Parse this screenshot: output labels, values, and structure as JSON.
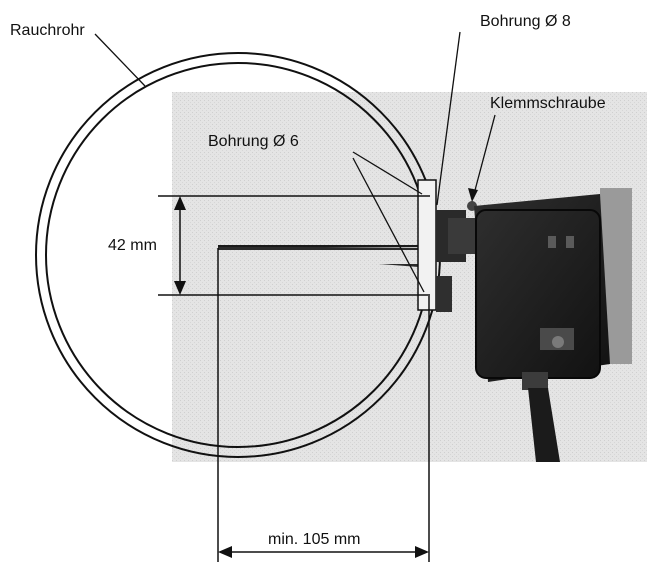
{
  "labels": {
    "pipe": "Rauchrohr",
    "hole_8": "Bohrung Ø 8",
    "clamp_screw": "Klemmschraube",
    "hole_6": "Bohrung Ø 6",
    "height": "42 mm",
    "min_distance": "min. 105 mm"
  },
  "colors": {
    "line": "#111111",
    "photo_bg": "#e6e6e6",
    "device_dark": "#1f1f1f",
    "device_mid": "#3a3a3a"
  }
}
